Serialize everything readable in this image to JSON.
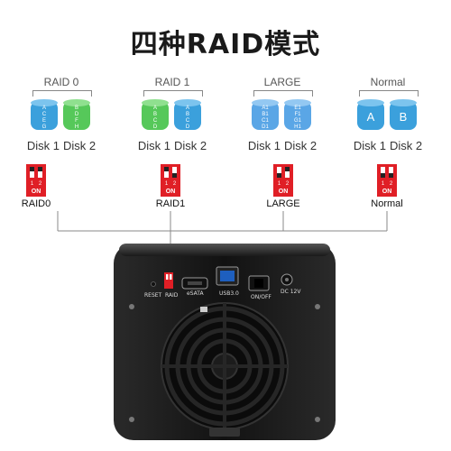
{
  "title": "四种RAID模式",
  "modes": [
    {
      "name": "RAID 0",
      "switch_label": "RAID0",
      "disk_color": "#3ba0dc",
      "disk_color2": "#56c85a",
      "disk1_letters": [
        "A",
        "C",
        "E",
        "G"
      ],
      "disk2_letters": [
        "B",
        "D",
        "F",
        "H"
      ],
      "disk1_label": "Disk 1",
      "disk2_label": "Disk 2"
    },
    {
      "name": "RAID 1",
      "switch_label": "RAID1",
      "disk_color": "#56c85a",
      "disk_color2": "#3ba0dc",
      "disk1_letters": [
        "A",
        "B",
        "C",
        "D"
      ],
      "disk2_letters": [
        "A",
        "B",
        "C",
        "D"
      ],
      "disk1_label": "Disk 1",
      "disk2_label": "Disk 2"
    },
    {
      "name": "LARGE",
      "switch_label": "LARGE",
      "disk_color": "#5aa6e6",
      "disk_color2": "#5aa6e6",
      "disk1_letters": [
        "A1",
        "B1",
        "C1",
        "D1"
      ],
      "disk2_letters": [
        "E1",
        "F1",
        "G1",
        "H1"
      ],
      "disk1_label": "Disk 1",
      "disk2_label": "Disk 2"
    },
    {
      "name": "Normal",
      "switch_label": "Normal",
      "disk_color": "#3ba0dc",
      "disk_color2": "#3ba0dc",
      "disk1_letters": [
        "A"
      ],
      "disk2_letters": [
        "B"
      ],
      "disk1_label": "Disk 1",
      "disk2_label": "Disk 2"
    }
  ],
  "dip_switch": {
    "pos1": "1",
    "pos2": "2",
    "on_label": "ON",
    "color": "#e01f26"
  },
  "device": {
    "reset_label": "RESET",
    "raid_label": "RAID",
    "esata_label": "eSATA",
    "usb_label": "USB3.0",
    "power_label": "ON/OFF",
    "dc_label": "DC 12V"
  }
}
